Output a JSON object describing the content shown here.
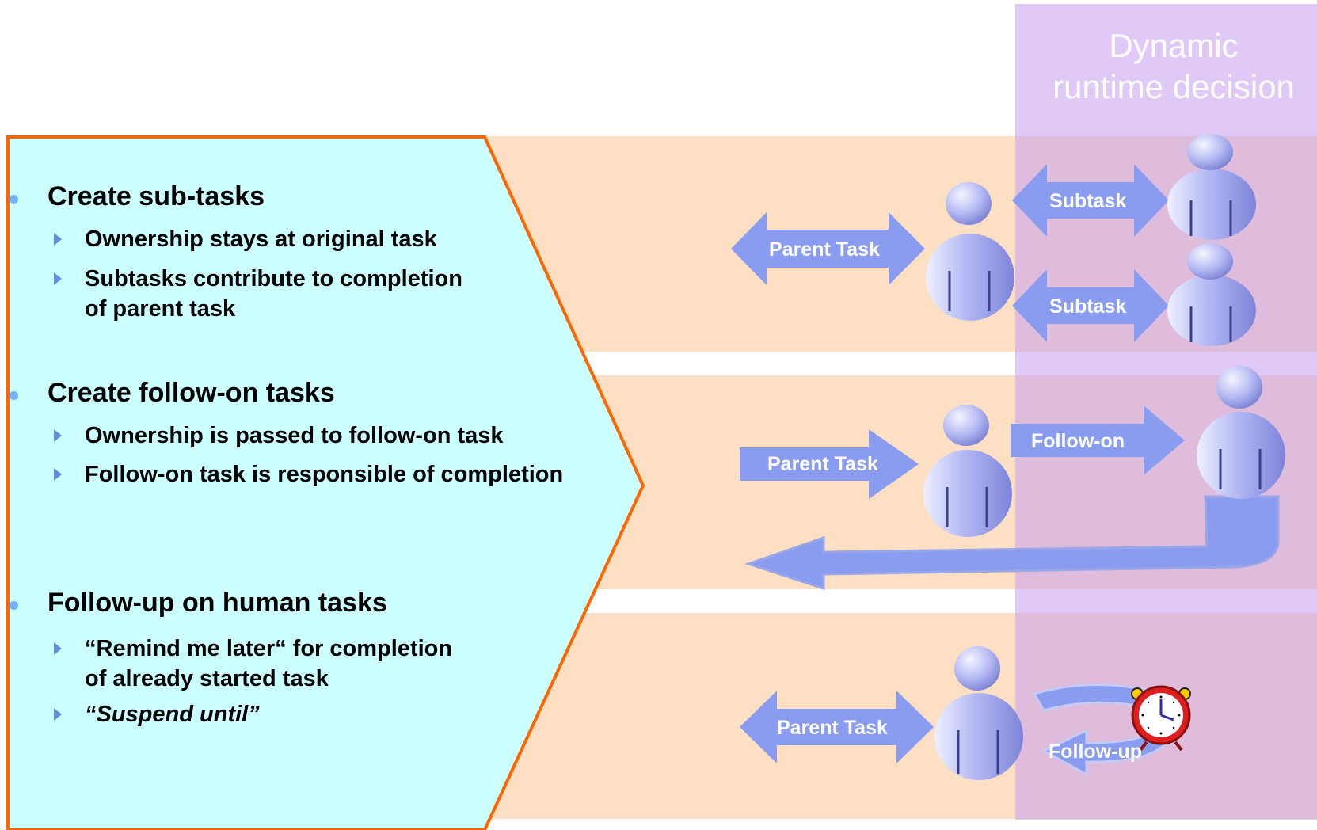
{
  "dynamic_panel": {
    "title_line1": "Dynamic",
    "title_line2": "runtime decision"
  },
  "sections": [
    {
      "heading": "Create sub-tasks",
      "bullets": [
        "Ownership stays at original task",
        "Subtasks contribute to completion",
        "of parent task"
      ]
    },
    {
      "heading": "Create follow-on tasks",
      "bullets": [
        "Ownership is passed to follow-on task",
        "Follow-on task is responsible of completion"
      ]
    },
    {
      "heading": "Follow-up on human tasks",
      "bullets": [
        "“Remind me later“ for completion",
        "of already started task",
        "“Suspend until”"
      ]
    }
  ],
  "diagram": {
    "row1": {
      "parent": "Parent Task",
      "subtask_a": "Subtask",
      "subtask_b": "Subtask"
    },
    "row2": {
      "parent": "Parent Task",
      "follow_on": "Follow-on"
    },
    "row3": {
      "parent": "Parent Task",
      "follow_up": "Follow-up"
    }
  },
  "colors": {
    "chevron_fill": "#ccffff",
    "chevron_border": "#ff6600",
    "band_fill": "#fde0c4",
    "dynamic_panel": "#d1a0e6",
    "arrow_fill": "#8a9cf0",
    "person_fill": "#a9aef0"
  }
}
